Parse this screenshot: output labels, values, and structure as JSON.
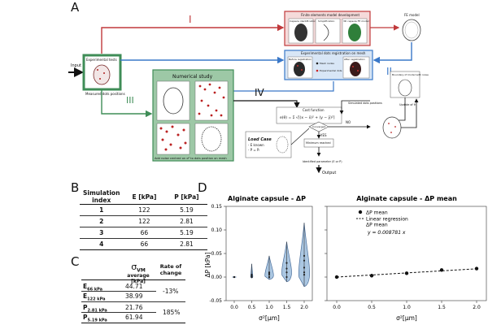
{
  "panels": {
    "a": "A",
    "b": "B",
    "c": "C",
    "d": "D"
  },
  "diagram": {
    "input_label": "Input",
    "exp_tests": "Experimental tests",
    "measured_dots": "Measured dots positions",
    "fe_dev_title": "Finite elements model development",
    "fe_dev_items": [
      "Capsule identification",
      "Simplification",
      "3D capsule FE model"
    ],
    "fe_model": "FE model",
    "exp_reg_title": "Experimental dots registration on mesh",
    "exp_reg_items": [
      "Before registration",
      "Mesh nodes",
      "Experimental dots",
      "After registration"
    ],
    "numerical_title": "Numerical study",
    "numerical_caption": "Add noise centred on σ² to dots position on mesh",
    "cost_title": "Cost function",
    "load_case_title": "Load Case",
    "load_case_lines": [
      "- E known",
      "- P = Pᵢ"
    ],
    "converged": "Converged",
    "yes": "YES",
    "no": "NO",
    "minimum_reached": "Minimum reached",
    "identified": "Identified parameter (E or P)",
    "output": "Output",
    "boundary": "Boundary of model with noise",
    "update_theta": "Update of θ",
    "simulated_dots": "Simulated dots positions",
    "roman": [
      "I",
      "II",
      "III",
      "IV"
    ]
  },
  "table_b": {
    "headers": [
      "Simulation index",
      "E [kPa]",
      "P [kPa]"
    ],
    "rows": [
      [
        "1",
        "122",
        "5.19"
      ],
      [
        "2",
        "122",
        "2.81"
      ],
      [
        "3",
        "66",
        "5.19"
      ],
      [
        "4",
        "66",
        "2.81"
      ]
    ]
  },
  "table_c": {
    "sigma_header": "σ",
    "sigma_sub": "VM",
    "sigma_unit": "average [kPa]",
    "rate_header": "Rate of change",
    "rows": [
      {
        "label": "E",
        "sub": "66 kPa",
        "value": "44.71"
      },
      {
        "label": "E",
        "sub": "122 kPa",
        "value": "38.99"
      },
      {
        "label": "P",
        "sub": "2.81 kPa",
        "value": "21.76"
      },
      {
        "label": "P",
        "sub": "5.19 kPa",
        "value": "61.94"
      }
    ],
    "rates": [
      "-13%",
      "185%"
    ]
  },
  "chart_data": [
    {
      "type": "violin",
      "title": "Alginate capsule - ΔP",
      "xlabel": "σ²[μm]",
      "ylabel": "ΔP [kPa]",
      "ylim": [
        -0.05,
        0.15
      ],
      "yticks": [
        "-0.05",
        "0.00",
        "0.05",
        "0.10",
        "0.15"
      ],
      "categories": [
        "0.0",
        "0.5",
        "1.0",
        "1.5",
        "2.0"
      ],
      "series": [
        {
          "x": 0.0,
          "min": 0.0,
          "max": 0.0,
          "points": [
            0.0,
            0.0,
            0.0,
            0.0
          ],
          "width": 0.12
        },
        {
          "x": 0.5,
          "min": -0.002,
          "max": 0.028,
          "points": [
            0.0,
            0.005,
            0.002,
            0.0
          ],
          "width": 0.08
        },
        {
          "x": 1.0,
          "min": -0.005,
          "max": 0.045,
          "points": [
            0.0,
            0.005,
            0.008,
            0.01
          ],
          "width": 0.32
        },
        {
          "x": 1.5,
          "min": -0.01,
          "max": 0.075,
          "points": [
            0.0,
            0.01,
            0.018,
            0.03
          ],
          "width": 0.36
        },
        {
          "x": 2.0,
          "min": -0.02,
          "max": 0.115,
          "points": [
            0.005,
            0.01,
            0.02,
            0.035,
            0.045
          ],
          "width": 0.4
        }
      ],
      "color": "#8fb4d8"
    },
    {
      "type": "line",
      "title": "Alginate capsule - ΔP mean",
      "xlabel": "σ²[μm]",
      "ylim": [
        -0.05,
        0.15
      ],
      "categories": [
        "0.0",
        "0.5",
        "1.0",
        "1.5",
        "2.0"
      ],
      "series": [
        {
          "name": "ΔP mean",
          "x": [
            0.0,
            0.5,
            1.0,
            1.5,
            2.0
          ],
          "y": [
            0.0,
            0.003,
            0.008,
            0.015,
            0.018
          ]
        },
        {
          "name": "Linear regression ΔP mean",
          "x": [
            0.0,
            2.0
          ],
          "y": [
            0.0,
            0.017562
          ]
        }
      ],
      "equation": "y = 0.008781 x",
      "legend_position": "top-left"
    }
  ]
}
